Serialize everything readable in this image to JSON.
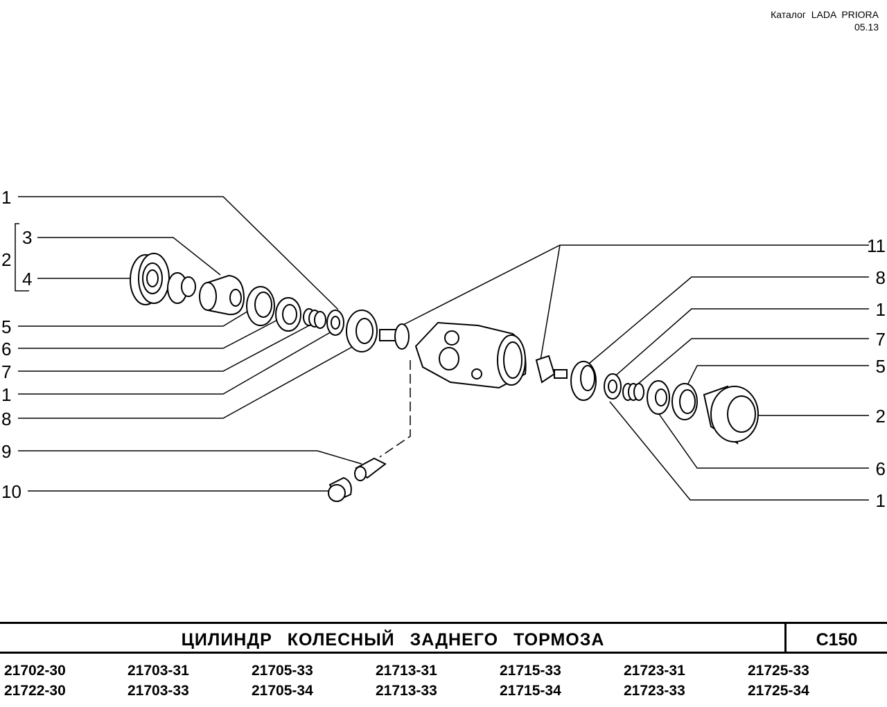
{
  "header": {
    "catalog_line": "Каталог  LADA  PRIORA",
    "date": "05.13"
  },
  "callouts": {
    "left": [
      "1",
      "2",
      "3",
      "4",
      "5",
      "6",
      "7",
      "1",
      "8",
      "9",
      "10"
    ],
    "right": [
      "11",
      "8",
      "1",
      "7",
      "5",
      "2",
      "6",
      "1"
    ]
  },
  "title": "ЦИЛИНДР   КОЛЕСНЫЙ   ЗАДНЕГО   ТОРМОЗА",
  "page_code": "С150",
  "models": {
    "row1": [
      "21702-30",
      "21703-31",
      "21705-33",
      "21713-31",
      "21715-33",
      "21723-31",
      "21725-33"
    ],
    "row2": [
      "21722-30",
      "21703-33",
      "21705-34",
      "21713-33",
      "21715-34",
      "21723-33",
      "21725-34"
    ]
  }
}
